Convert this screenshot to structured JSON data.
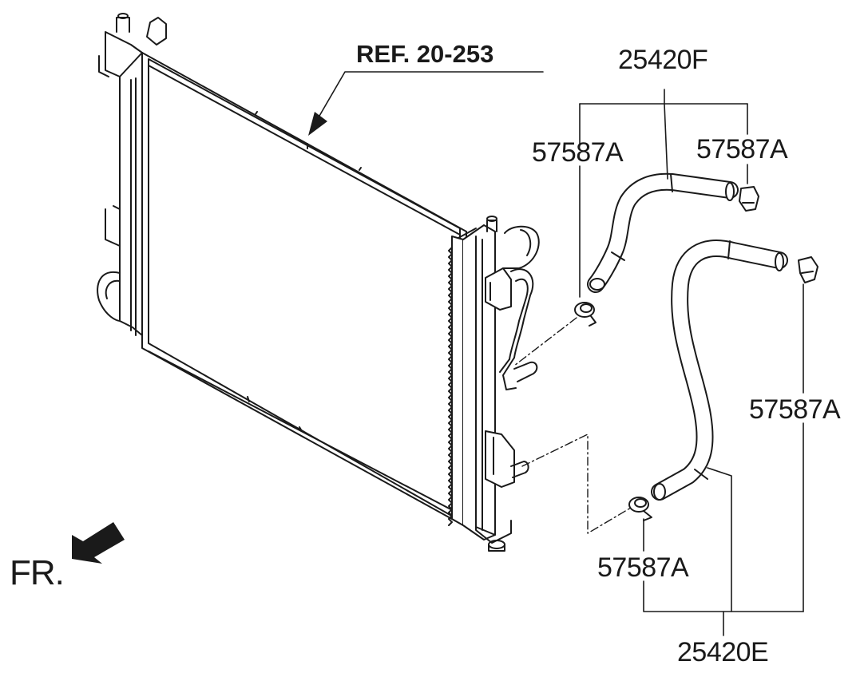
{
  "labels": {
    "ref": "REF. 20-253",
    "upper_hose": "25420F",
    "lower_hose": "25420E",
    "clamp_upper_left": "57587A",
    "clamp_upper_right": "57587A",
    "clamp_right": "57587A",
    "clamp_lower": "57587A",
    "front": "FR."
  },
  "icons": {
    "front_arrow": "front-direction-arrow-icon"
  }
}
